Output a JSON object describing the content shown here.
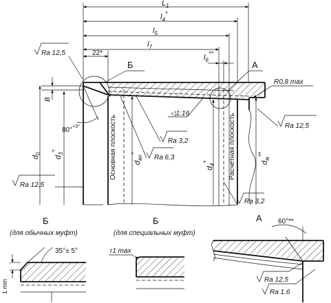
{
  "dimensions": {
    "L1": "L",
    "L1_sub": "1",
    "l4": "l",
    "l4_sub": "4",
    "l4_mark": "*",
    "l5": "l",
    "l5_sub": "5",
    "l7": "l",
    "l7_sub": "7",
    "l6": "l",
    "l6_sub": "6",
    "l6_mark": "**",
    "d22": "22*",
    "B": "B",
    "angle_chamfer": "80°",
    "angle_chamfer_tol": "+3°",
    "d0": "d",
    "d0_sub": "0",
    "d3": "d",
    "d3_sub": "3",
    "d3_mark": "*",
    "dvn": "d",
    "dvn_sub": "вн",
    "dvn_mark": "*",
    "d4": "d",
    "d4_sub": "4",
    "d4_mark": "*",
    "dm": "d",
    "dm_sub": "м",
    "dm_mark": "**",
    "taper": "1:16",
    "R": "R0,8 max"
  },
  "views": {
    "B_label": "Б",
    "A_label": "А",
    "main_plane": "Основная плоскость",
    "calc_plane": "Расчетная плоскость"
  },
  "roughness": {
    "r1": "Ra 12,5",
    "r2": "Ra 12,5",
    "r3": "Ra 3,2",
    "r4": "Ra 6,3",
    "r5": "Ra 12,5",
    "r6": "Ra 3,2",
    "detailA_1": "Ra 12,5",
    "detailA_2": "Ra 1,6"
  },
  "detail_B1": {
    "title": "Б",
    "caption": "(для обычных муфт)",
    "angle": "35°± 5°",
    "min": "1 min"
  },
  "detail_B2": {
    "title": "Б",
    "caption": "(для специальных муфт)",
    "radius": "r1 max"
  },
  "detail_A": {
    "title": "А",
    "angle": "60°**"
  }
}
